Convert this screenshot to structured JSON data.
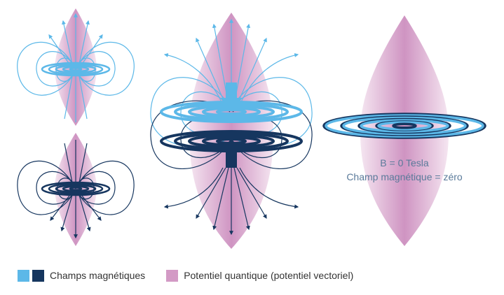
{
  "caption": {
    "line1": "B = 0 Tesla",
    "line2": "Champ magnétique = zéro"
  },
  "legend": {
    "items": [
      {
        "label": "Champs magnétiques",
        "colors": [
          "#5cb8e8",
          "#16365f"
        ]
      },
      {
        "label": "Potentiel quantique (potentiel vectoriel)",
        "colors": [
          "#d39ac5"
        ]
      }
    ]
  },
  "colors": {
    "light_field": "#5cb8e8",
    "dark_field": "#16365f",
    "potential": "#d39ac5"
  }
}
